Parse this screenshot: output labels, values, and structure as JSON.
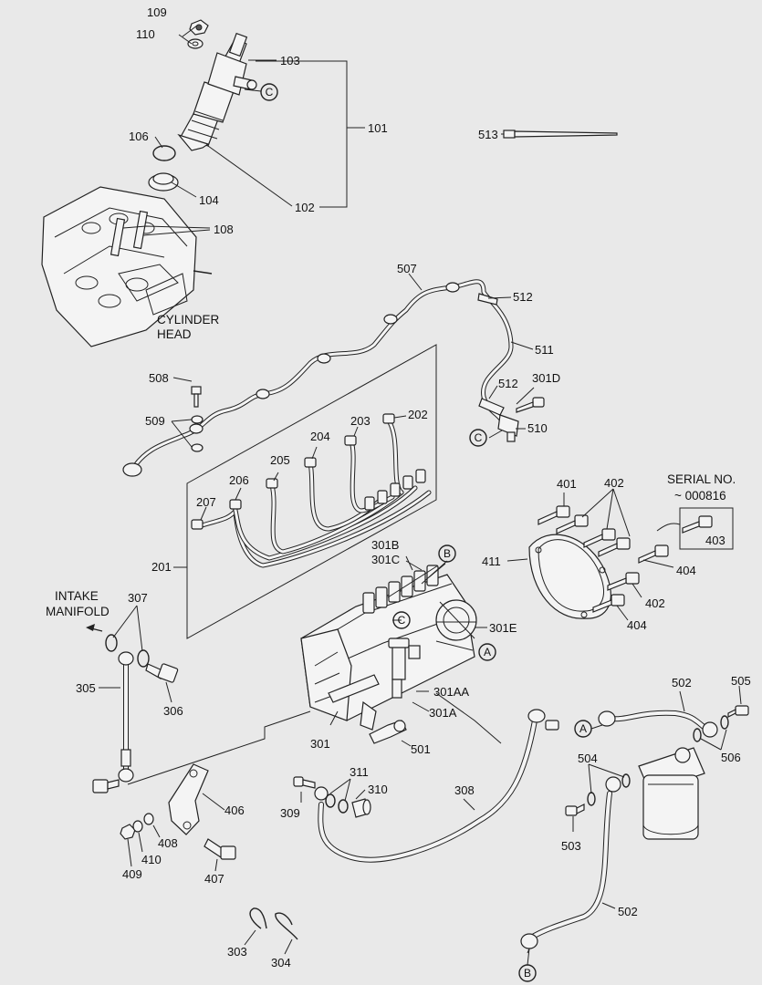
{
  "labels": {
    "p109": "109",
    "p110": "110",
    "p103": "103",
    "p101": "101",
    "p106": "106",
    "p104": "104",
    "p102": "102",
    "p108": "108",
    "p513": "513",
    "p507": "507",
    "p512a": "512",
    "p511": "511",
    "p512b": "512",
    "p301D": "301D",
    "p510": "510",
    "p508": "508",
    "p509": "509",
    "p203": "203",
    "p202": "202",
    "p204": "204",
    "p205": "205",
    "p206": "206",
    "p207": "207",
    "p201": "201",
    "p401": "401",
    "p402a": "402",
    "p403": "403",
    "p404a": "404",
    "p411": "411",
    "p402b": "402",
    "p404b": "404",
    "p301B": "301B",
    "p301C": "301C",
    "p301E": "301E",
    "p301AA": "301AA",
    "p301A": "301A",
    "p301": "301",
    "p501": "501",
    "p307": "307",
    "p305": "305",
    "p306": "306",
    "p502a": "502",
    "p505": "505",
    "p506": "506",
    "p504": "504",
    "p503": "503",
    "p502b": "502",
    "p308": "308",
    "p311": "311",
    "p310": "310",
    "p309": "309",
    "p406": "406",
    "p408": "408",
    "p410": "410",
    "p409": "409",
    "p407": "407",
    "p303": "303",
    "p304": "304"
  },
  "text": {
    "cylinder_head_1": "CYLINDER",
    "cylinder_head_2": "HEAD",
    "intake_1": "INTAKE",
    "intake_2": "MANIFOLD",
    "serial_1": "SERIAL NO.",
    "serial_2": "~ 000816"
  },
  "callouts": {
    "c1": "C",
    "c2": "C",
    "c3": "C",
    "a1": "A",
    "a2": "A",
    "b1": "B",
    "b2": "B"
  }
}
